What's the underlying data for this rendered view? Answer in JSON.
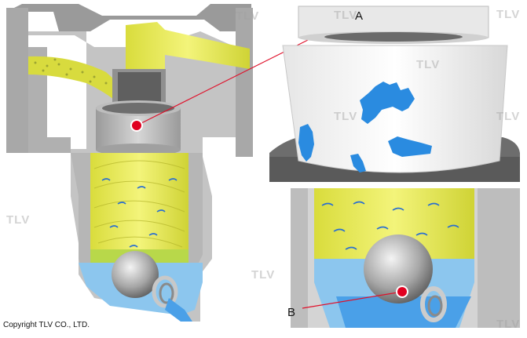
{
  "callouts": {
    "a": "A",
    "b": "B"
  },
  "copyright": "Copyright TLV CO., LTD.",
  "watermark": "TLV",
  "colors": {
    "steel": "#bcbcbc",
    "steel_dark": "#8a8a8a",
    "fluid_yellow": "#e8ea55",
    "fluid_blue": "#8cc6ee",
    "blob_blue": "#2a8be0",
    "leader_red": "#e0102a",
    "marker_red": "#e00020"
  }
}
